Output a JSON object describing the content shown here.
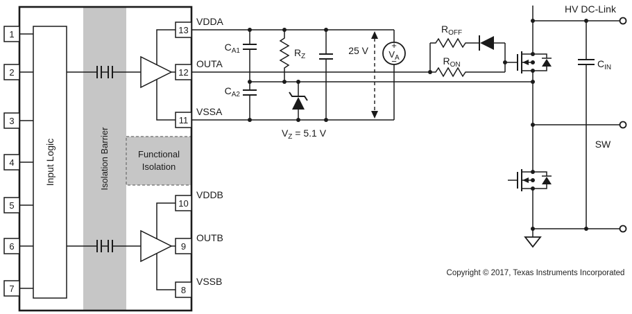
{
  "ic": {
    "left_pins": [
      "1",
      "2",
      "3",
      "4",
      "5",
      "6",
      "7"
    ],
    "right_pins": [
      {
        "num": "13",
        "name": "VDDA"
      },
      {
        "num": "12",
        "name": "OUTA"
      },
      {
        "num": "11",
        "name": "VSSA"
      },
      {
        "num": "10",
        "name": "VDDB"
      },
      {
        "num": "9",
        "name": "OUTB"
      },
      {
        "num": "8",
        "name": "VSSB"
      }
    ],
    "input_logic": "Input Logic",
    "isolation_barrier": "Isolation Barrier",
    "functional_isolation": {
      "line1": "Functional",
      "line2": "Isolation"
    }
  },
  "components": {
    "c_a1": {
      "base": "C",
      "sub": "A1"
    },
    "c_a2": {
      "base": "C",
      "sub": "A2"
    },
    "r_z": {
      "base": "R",
      "sub": "Z"
    },
    "zener_value": {
      "base": "V",
      "sub": "Z",
      "rest": " = 5.1 V"
    },
    "supply": {
      "value": "25 V"
    },
    "v_a": {
      "base": "V",
      "sub": "A",
      "plus": "+",
      "minus": "−"
    },
    "r_off": {
      "base": "R",
      "sub": "OFF"
    },
    "r_on": {
      "base": "R",
      "sub": "ON"
    },
    "c_in": {
      "base": "C",
      "sub": "IN"
    }
  },
  "nets": {
    "hv_dc_link": "HV DC-Link",
    "sw": "SW"
  },
  "footer": {
    "copyright": "Copyright © 2017, Texas Instruments Incorporated"
  },
  "colors": {
    "barrier_fill": "#c6c6c6",
    "wire": "#1a1a1a"
  }
}
